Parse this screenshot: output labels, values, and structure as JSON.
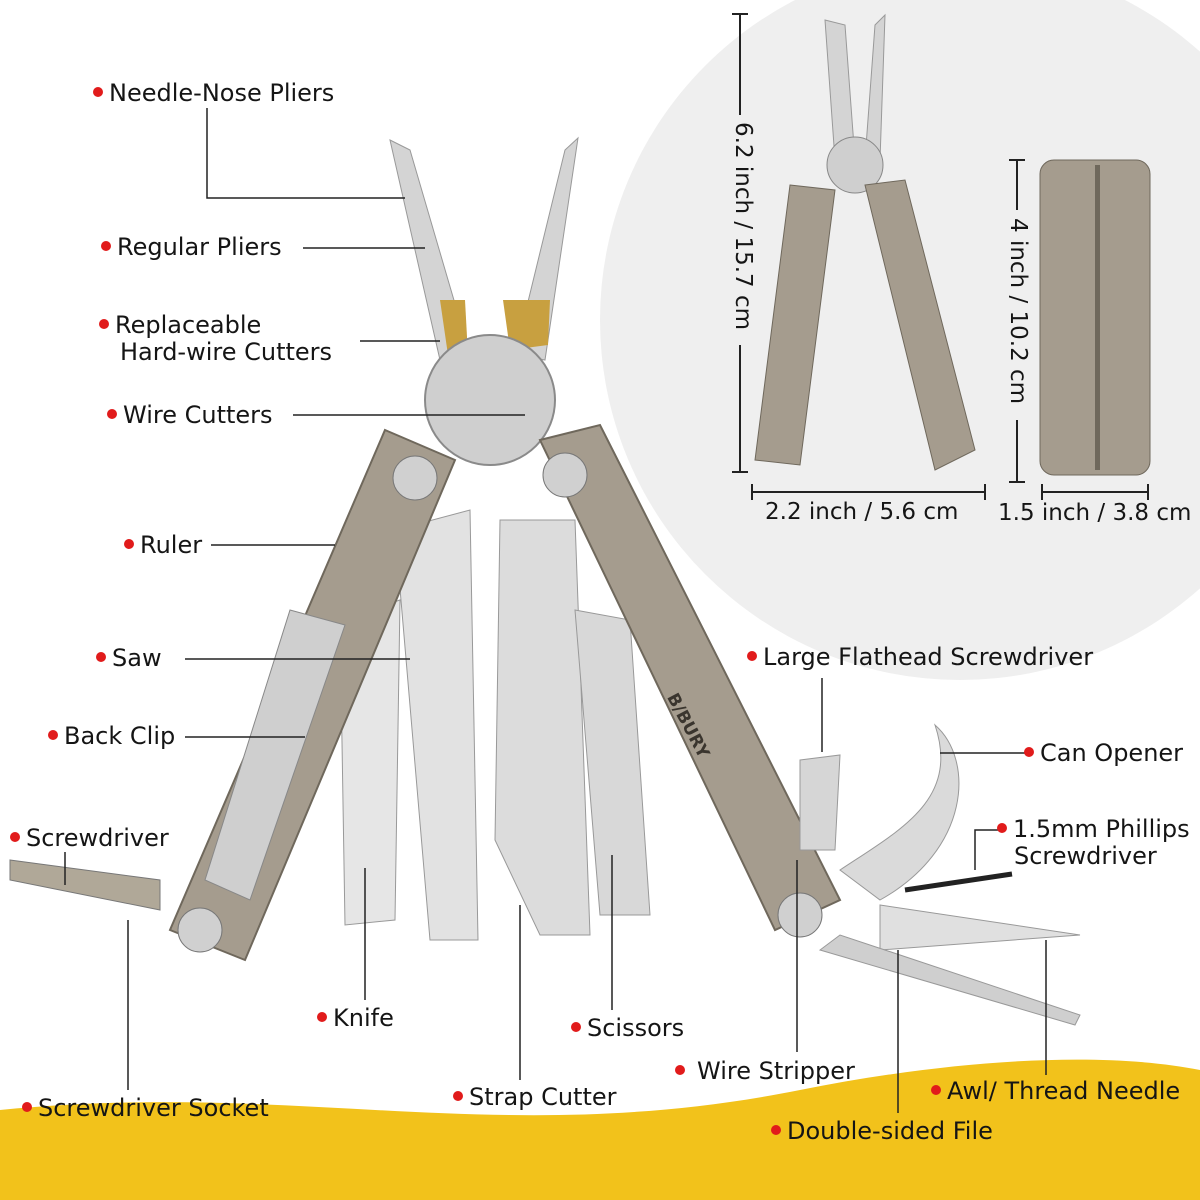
{
  "brand": "B/BURY",
  "colors": {
    "accent_dot": "#e11b1b",
    "wave": "#f2c21b",
    "handle": "#a59c8e",
    "steel": "#d8d8d8",
    "circle": "#efefef"
  },
  "labels": {
    "needle_nose": "Needle-Nose Pliers",
    "regular_pliers": "Regular Pliers",
    "hardwire_1": "Replaceable",
    "hardwire_2": "Hard-wire Cutters",
    "wire_cutters": "Wire Cutters",
    "ruler": "Ruler",
    "saw": "Saw",
    "back_clip": "Back Clip",
    "screwdriver": "Screwdriver",
    "knife": "Knife",
    "scissors": "Scissors",
    "strap_cutter": "Strap Cutter",
    "screwdriver_socket": "Screwdriver Socket",
    "wire_stripper": "Wire Stripper",
    "large_flathead": "Large Flathead Screwdriver",
    "can_opener": "Can Opener",
    "phillips_1": "1.5mm Phillips",
    "phillips_2": "Screwdriver",
    "awl": "Awl/ Thread Needle",
    "file": "Double-sided File"
  },
  "dimensions": {
    "open_length": "6.2 inch / 15.7 cm",
    "open_width": "2.2 inch / 5.6 cm",
    "closed_length": "4 inch / 10.2 cm",
    "closed_width": "1.5 inch / 3.8 cm"
  }
}
